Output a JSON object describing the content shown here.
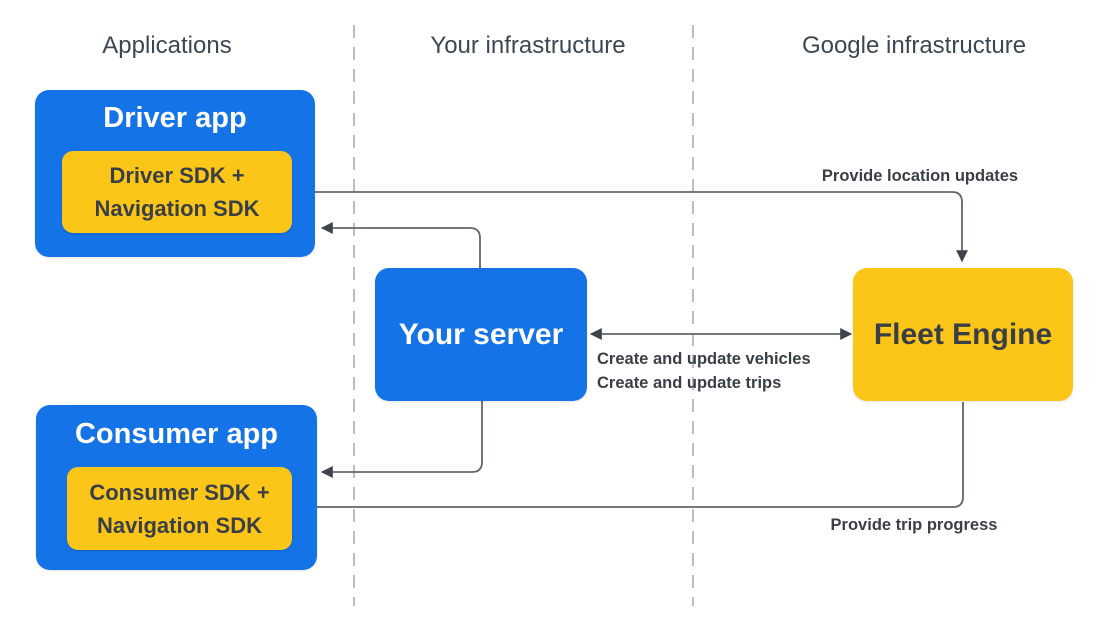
{
  "columns": {
    "applications": "Applications",
    "your_infrastructure": "Your infrastructure",
    "google_infrastructure": "Google infrastructure"
  },
  "nodes": {
    "driver_app": {
      "title": "Driver app",
      "sdk_line1": "Driver SDK +",
      "sdk_line2": "Navigation SDK"
    },
    "consumer_app": {
      "title": "Consumer app",
      "sdk_line1": "Consumer SDK +",
      "sdk_line2": "Navigation SDK"
    },
    "your_server": {
      "title": "Your server"
    },
    "fleet_engine": {
      "title": "Fleet Engine"
    }
  },
  "edges": {
    "location_updates": {
      "label": "Provide location updates",
      "from": "driver_app_sdk",
      "to": "fleet_engine",
      "direction": "one-way"
    },
    "server_to_driver_app": {
      "from": "your_server",
      "to": "driver_app",
      "direction": "one-way"
    },
    "server_fleet_sync": {
      "label_line1": "Create and update vehicles",
      "label_line2": "Create and update trips",
      "from": "your_server",
      "to": "fleet_engine",
      "direction": "two-way"
    },
    "server_to_consumer_app": {
      "from": "your_server",
      "to": "consumer_app",
      "direction": "one-way"
    },
    "trip_progress": {
      "label": "Provide trip progress",
      "from": "fleet_engine",
      "to": "consumer_app_sdk",
      "direction": "one-way"
    }
  },
  "theme": {
    "node_blue": "#1573e8",
    "node_yellow": "#fcc619",
    "title_on_blue": "#ffffff",
    "dark_text": "#3a3f46",
    "header_text": "#3d4754",
    "line_color": "#61666d",
    "arrowhead_color": "#3f444c",
    "divider_color": "#a9aeb4",
    "background": "#ffffff"
  }
}
